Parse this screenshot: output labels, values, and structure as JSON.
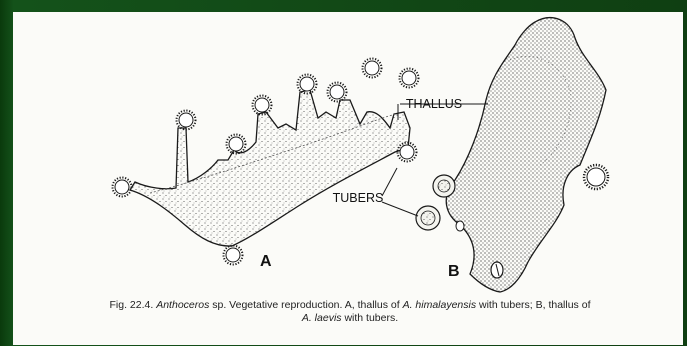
{
  "labels": {
    "thallus": "THALLUS",
    "tubers": "TUBERS",
    "panel_a": "A",
    "panel_b": "B"
  },
  "caption": {
    "fig": "Fig. 22.4.",
    "genus": "Anthoceros",
    "part1": " sp. Vegetative reproduction. A, thallus of ",
    "species_a": "A. himalayensis",
    "part2": " with tubers; B, thallus of",
    "species_b": "A. laevis",
    "part3": " with tubers."
  },
  "colors": {
    "frame": "#0f3f12",
    "page": "#fbfbf8",
    "ink": "#1a1a1a"
  }
}
